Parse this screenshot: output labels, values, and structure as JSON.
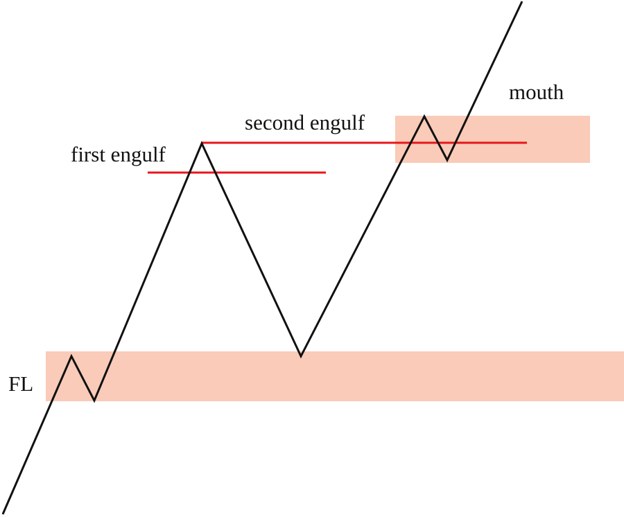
{
  "diagram": {
    "labels": {
      "fl": "FL",
      "first_engulf": "first engulf",
      "second_engulf": "second engulf",
      "mouth": "mouth"
    },
    "colors": {
      "zone_fill": "#f9cbb8",
      "engulf_line": "#e8161b",
      "price_line": "#111111",
      "background": "#ffffff"
    }
  }
}
